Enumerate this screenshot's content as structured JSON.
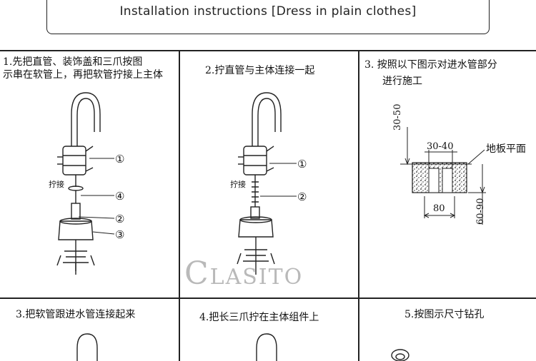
{
  "header": {
    "title": "Installation instructions [Dress in plain clothes]"
  },
  "steps": [
    {
      "text_line1": "1.先把直管、装饰盖和三爪按图",
      "text_line2": "示串在软管上，再把软管拧接上主体"
    },
    {
      "text": "2.拧直管与主体连接一起"
    },
    {
      "text_line1": "3.  按照以下图示对进水管部分",
      "text_line2": "进行施工"
    },
    {
      "text": "3.把软管跟进水管连接起来"
    },
    {
      "text": "4.把长三爪拧在主体组件上"
    },
    {
      "text": "5.按图示尺寸钻孔"
    }
  ],
  "labels": {
    "twist": "拧接",
    "c1": "①",
    "c2": "②",
    "c3": "③",
    "c4": "④",
    "floor": "地板平面",
    "dim_30_50": "30-50",
    "dim_30_40": "30-40",
    "dim_80": "80",
    "dim_60_90": "60-90"
  },
  "watermark": {
    "text": "LASITO"
  }
}
